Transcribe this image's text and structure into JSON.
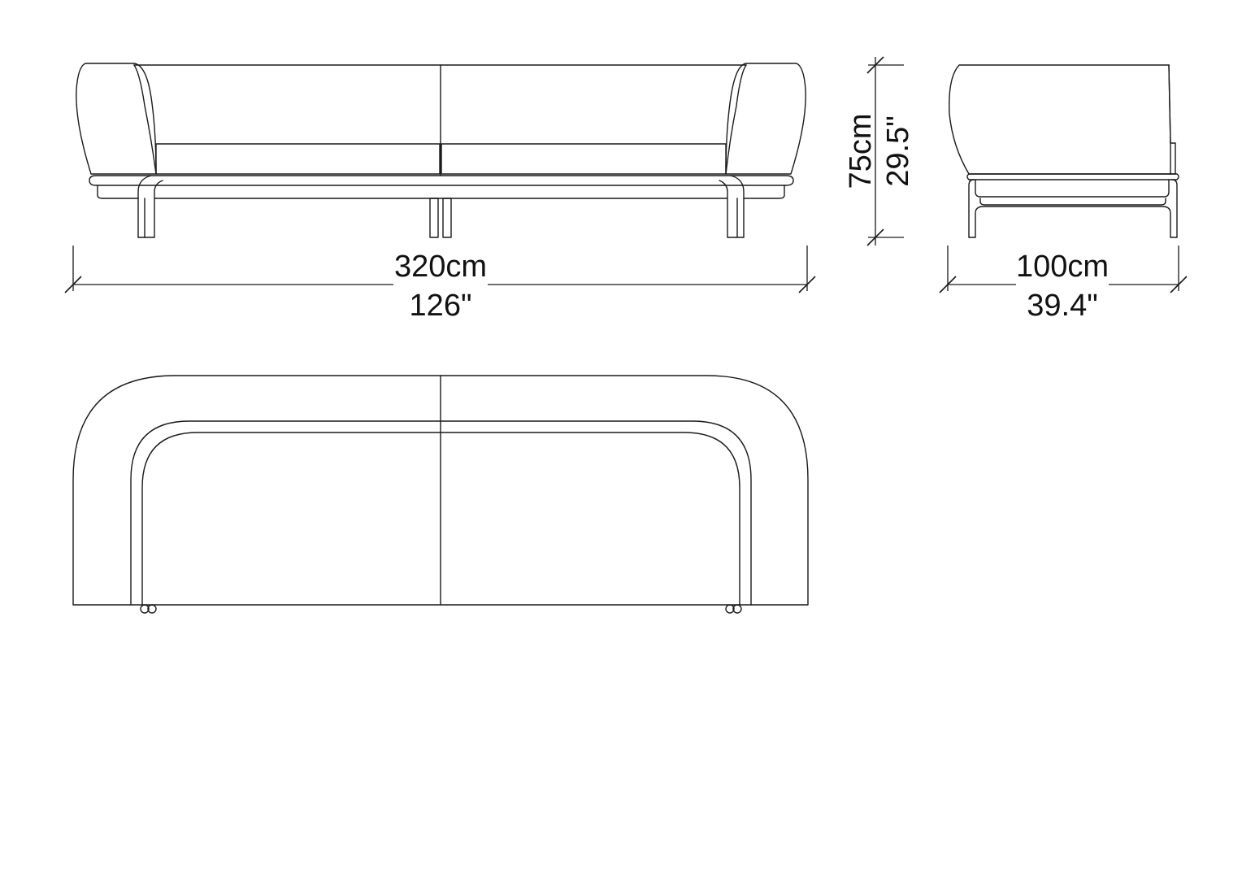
{
  "dimensions": {
    "width": {
      "metric": "320cm",
      "imperial": "126\""
    },
    "height": {
      "metric": "75cm",
      "imperial": "29.5\""
    },
    "depth": {
      "metric": "100cm",
      "imperial": "39.4\""
    }
  },
  "colors": {
    "line": "#1a1a1a",
    "background": "#ffffff"
  }
}
